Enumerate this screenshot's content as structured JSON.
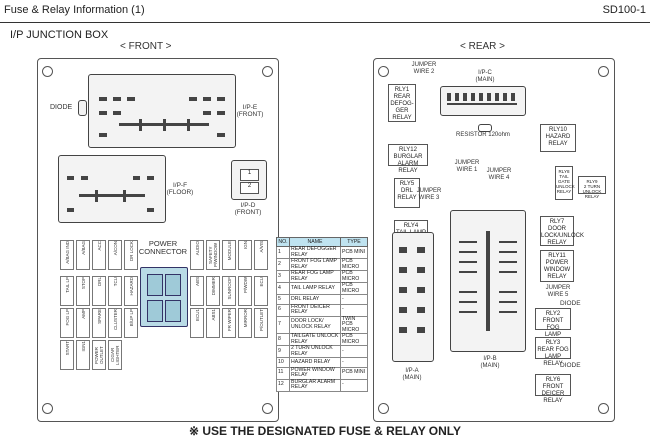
{
  "header": {
    "title": "Fuse & Relay Information (1)",
    "code": "SD100-1"
  },
  "section_title": "I/P JUNCTION BOX",
  "views": {
    "front": "< FRONT >",
    "rear": "< REAR >"
  },
  "front": {
    "diode": "DIODE",
    "ip_e": "I/P-E\n(FRONT)",
    "ip_f": "I/P-F\n(FLOOR)",
    "ip_d": "I/P-D\n(FRONT)",
    "power_connector": "POWER\nCONNECTOR",
    "fuse_labels": [
      "A/BAG IND",
      "A/BAG",
      "ACC",
      "A/CON",
      "DR LOCK",
      "AUDIO",
      "SAFETY P/WINDOW",
      "MODULE",
      "IGN",
      "A/VIS",
      "TAIL LP",
      "STOP",
      "DRL",
      "TCU",
      "HAZARD",
      "ABS",
      "DIMMER",
      "SUNROOF",
      "P/WDW",
      "ECU",
      "FOG LP",
      "AMP",
      "SPARE",
      "CLUSTER",
      "B/UP LP",
      "ECU1",
      "ABS1",
      "FR WIPER",
      "MIRROR",
      "P/OUTLET",
      "START",
      "IGN1",
      "POWER OUTLET",
      "CIGAR LIGHTER"
    ]
  },
  "rear": {
    "jumper_wire_2": "JUMPER\nWIRE 2",
    "ip_c": "I/P-C\n(MAIN)",
    "rly1": "RLY1\nREAR\nDEFOG-\nGER\nRELAY",
    "resistor": "RESISTOR 120ohm",
    "rly10": "RLY10\nHAZARD\nRELAY",
    "rly12": "RLY12\nBURGLAR\nALARM RELAY",
    "jumper_wire_1": "JUMPER\nWIRE 1",
    "jumper_wire_4": "JUMPER\nWIRE 4",
    "rly8": "RLY8\nTAIL\nGATE\nUNLOCK\nRELAY",
    "rly9": "RLY9\n2 TURN\nUNLOCK RELAY",
    "rly5": "RLY5\nDRL\nRELAY",
    "jumper_wire_3": "JUMPER\nWIRE 3",
    "rly7": "RLY7\nDOOR\nLOCK/UNLOCK\nRELAY",
    "rly4": "RLY4\nTAIL LAMP\nRELAY",
    "rly11": "RLY11\nPOWER\nWINDOW\nRELAY",
    "jumper_wire_5": "JUMPER\nWIRE 5",
    "diode": "DIODE",
    "rly2": "RLY2\nFRONT FOG\nLAMP RELAY",
    "rly3": "RLY3\nREAR FOG\nLAMP RELAY",
    "diode2": "DIODE",
    "ip_a": "I/P-A\n(MAIN)",
    "ip_b": "I/P-B\n(MAIN)",
    "rly6": "RLY6\nFRONT DEICER\nRELAY"
  },
  "relay_table": {
    "headers": [
      "NO.",
      "NAME",
      "TYPE"
    ],
    "rows": [
      [
        "1",
        "REAR DEFOGGER RELAY",
        "PCB MINI"
      ],
      [
        "2",
        "FRONT FOG LAMP RELAY",
        "PCB MICRO"
      ],
      [
        "3",
        "REAR FOG LAMP RELAY",
        "PCB MICRO"
      ],
      [
        "4",
        "TAIL LAMP RELAY",
        "PCB MICRO"
      ],
      [
        "5",
        "DRL RELAY",
        "-"
      ],
      [
        "6",
        "FRONT DEICER RELAY",
        "-"
      ],
      [
        "7",
        "DOOR LOCK/ UNLOCK RELAY",
        "TWIN PCB MICRO"
      ],
      [
        "8",
        "TAILGATE UNLOCK RELAY",
        "PCB MICRO"
      ],
      [
        "9",
        "2 TURN UNLOCK RELAY",
        "-"
      ],
      [
        "10",
        "HAZARD RELAY",
        "-"
      ],
      [
        "11",
        "POWER WINDOW RELAY",
        "PCB MINI"
      ],
      [
        "12",
        "BURGLAR ALARM RELAY",
        "-"
      ]
    ]
  },
  "footer": "※ USE THE DESIGNATED FUSE & RELAY ONLY"
}
